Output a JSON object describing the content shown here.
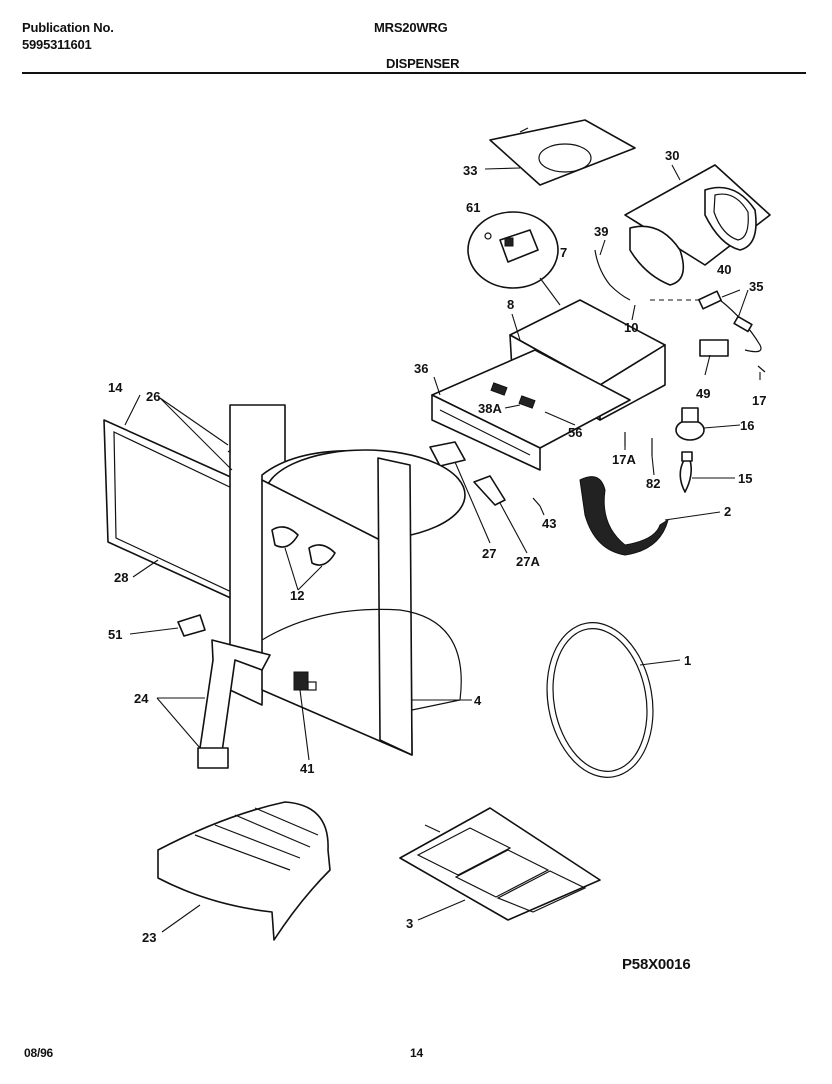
{
  "header": {
    "publication_label": "Publication No.",
    "publication_number": "5995311601",
    "model": "MRS20WRG",
    "section": "DISPENSER"
  },
  "footer": {
    "date": "08/96",
    "page": "14",
    "drawing_code": "P58X0016"
  },
  "callouts": [
    "33",
    "30",
    "61",
    "39",
    "7",
    "40",
    "35",
    "8",
    "10",
    "36",
    "49",
    "17",
    "14",
    "26",
    "38A",
    "56",
    "16",
    "17A",
    "82",
    "15",
    "2",
    "43",
    "27",
    "27A",
    "28",
    "12",
    "51",
    "1",
    "24",
    "4",
    "41",
    "23",
    "3"
  ]
}
